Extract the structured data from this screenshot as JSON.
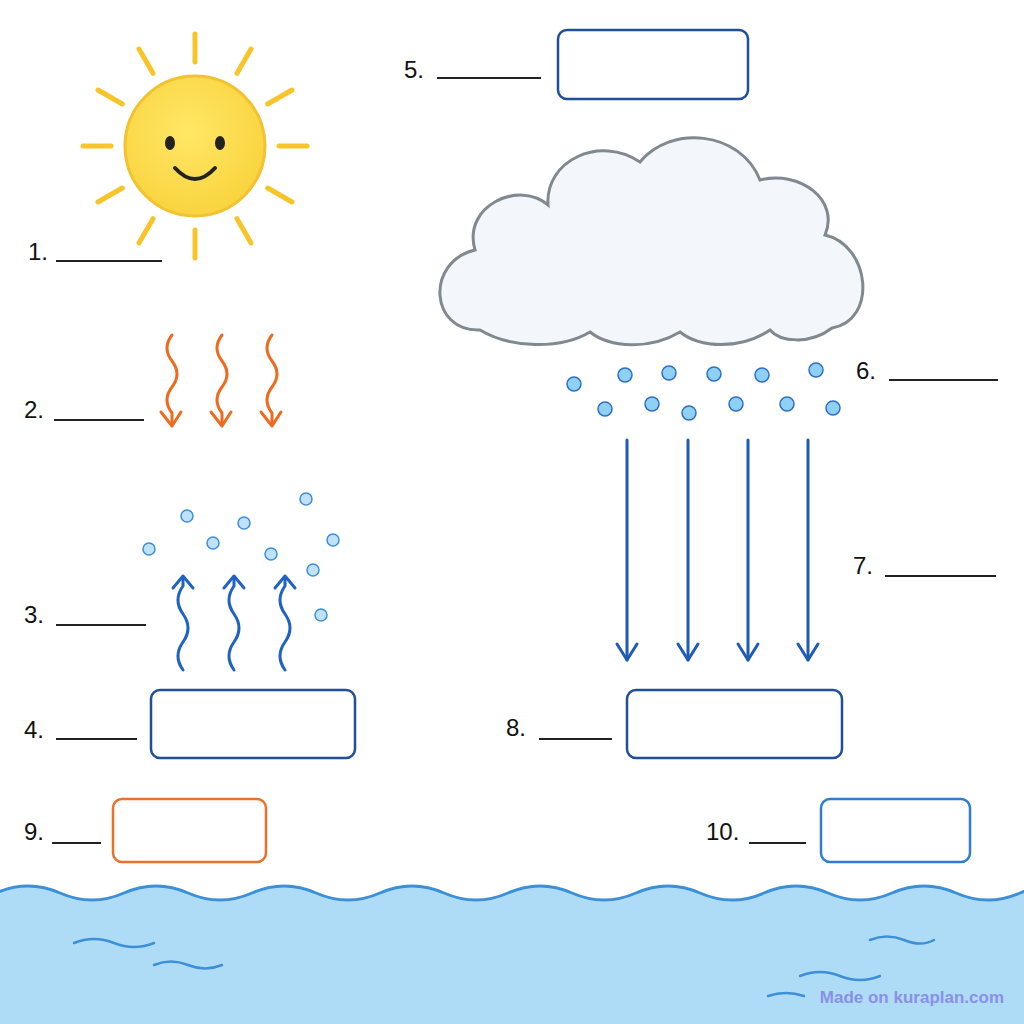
{
  "diagram": {
    "labels": [
      "1.",
      "2.",
      "3.",
      "4.",
      "5.",
      "6.",
      "7.",
      "8.",
      "9.",
      "10.",
      "Made on kuraplan.com"
    ]
  }
}
